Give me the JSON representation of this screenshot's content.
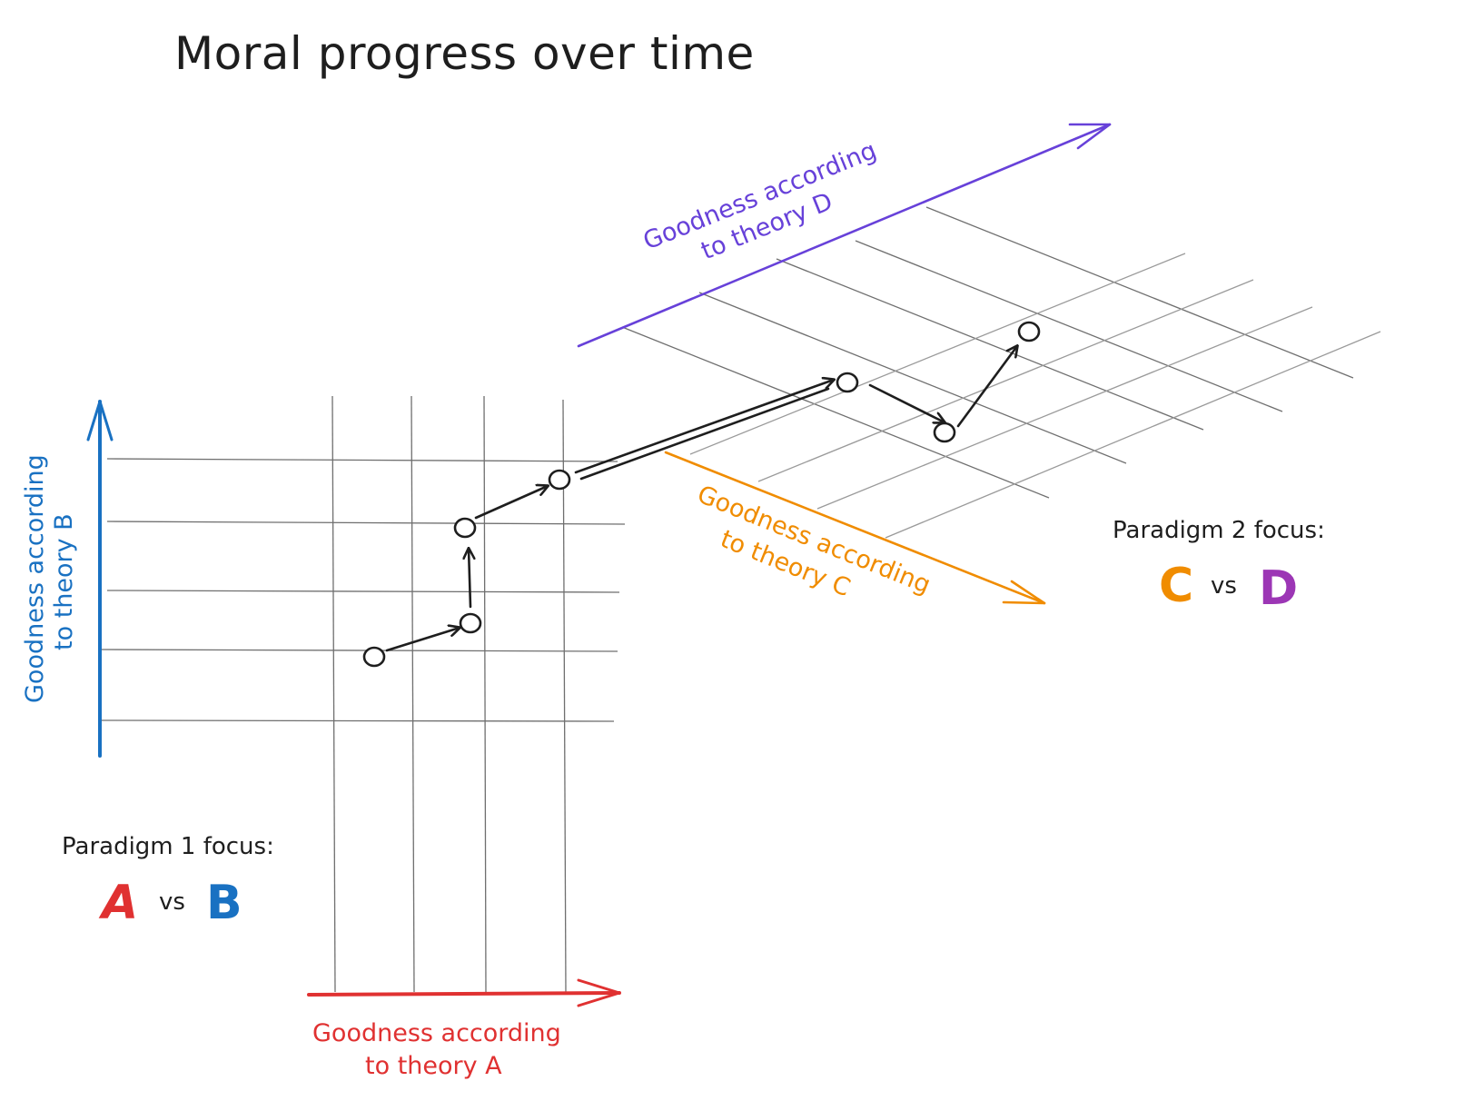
{
  "title": "Moral progress over time",
  "axes": {
    "theory_a": {
      "line1": "Goodness according",
      "line2": "to theory A"
    },
    "theory_b": {
      "line1": "Goodness according",
      "line2": "to theory B"
    },
    "theory_c": {
      "line1": "Goodness according",
      "line2": "to theory C"
    },
    "theory_d": {
      "line1": "Goodness according",
      "line2": "to theory D"
    }
  },
  "paradigm1": {
    "label": "Paradigm 1 focus:",
    "left": "A",
    "vs": "vs",
    "right": "B"
  },
  "paradigm2": {
    "label": "Paradigm 2 focus:",
    "left": "C",
    "vs": "vs",
    "right": "D"
  },
  "colors": {
    "theory_a": "#e03131",
    "theory_b": "#1971c2",
    "theory_c": "#f08c00",
    "theory_d": "#6741d9",
    "letter_d": "#9c36b5"
  }
}
